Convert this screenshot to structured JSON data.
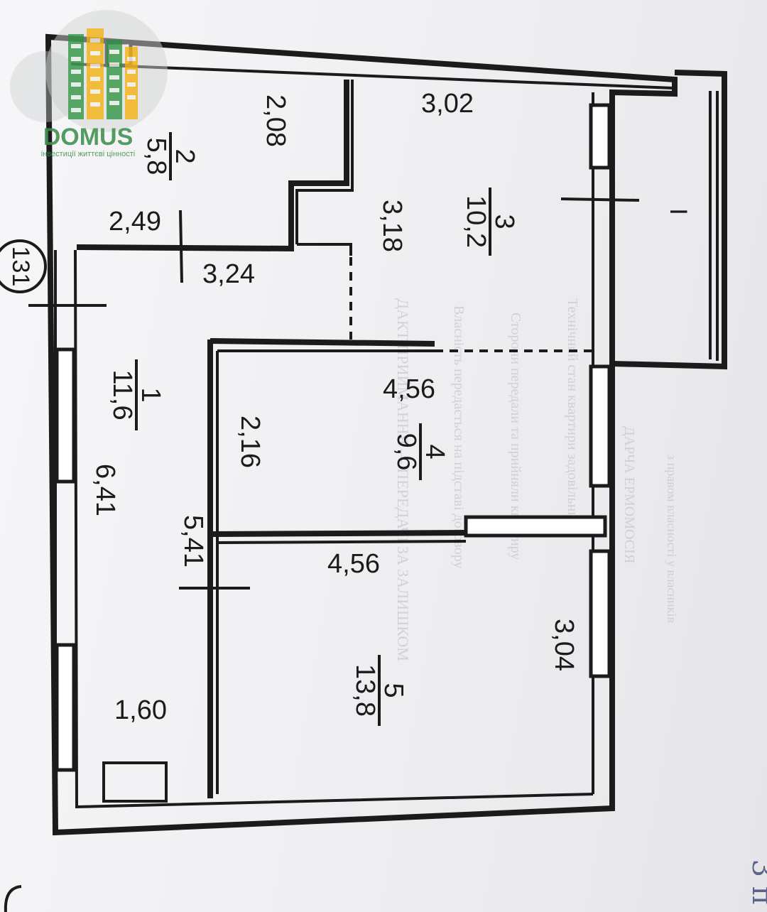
{
  "logo": {
    "name": "DOMUS",
    "tagline": "інвестиції життєві цінності",
    "colors": {
      "green": "#3f9a52",
      "yellow": "#f1b522",
      "text_green": "#3e8f4d"
    }
  },
  "plan": {
    "rooms": [
      {
        "number": "1",
        "area": "11,6"
      },
      {
        "number": "2",
        "area": "5,8"
      },
      {
        "number": "3",
        "area": "10,2"
      },
      {
        "number": "4",
        "area": "9,6"
      },
      {
        "number": "5",
        "area": "13,8"
      }
    ],
    "balcony_label": "I",
    "entrance_mark": "131",
    "dimensions": {
      "d_2_08": "2,08",
      "d_3_02": "3,02",
      "d_2_49": "2,49",
      "d_3_18": "3,18",
      "d_3_24": "3,24",
      "d_4_56_a": "4,56",
      "d_2_16": "2,16",
      "d_6_41": "6,41",
      "d_5_41": "5,41",
      "d_4_56_b": "4,56",
      "d_3_04": "3,04",
      "d_1_60": "1,60"
    },
    "handwriting": "3 п"
  }
}
